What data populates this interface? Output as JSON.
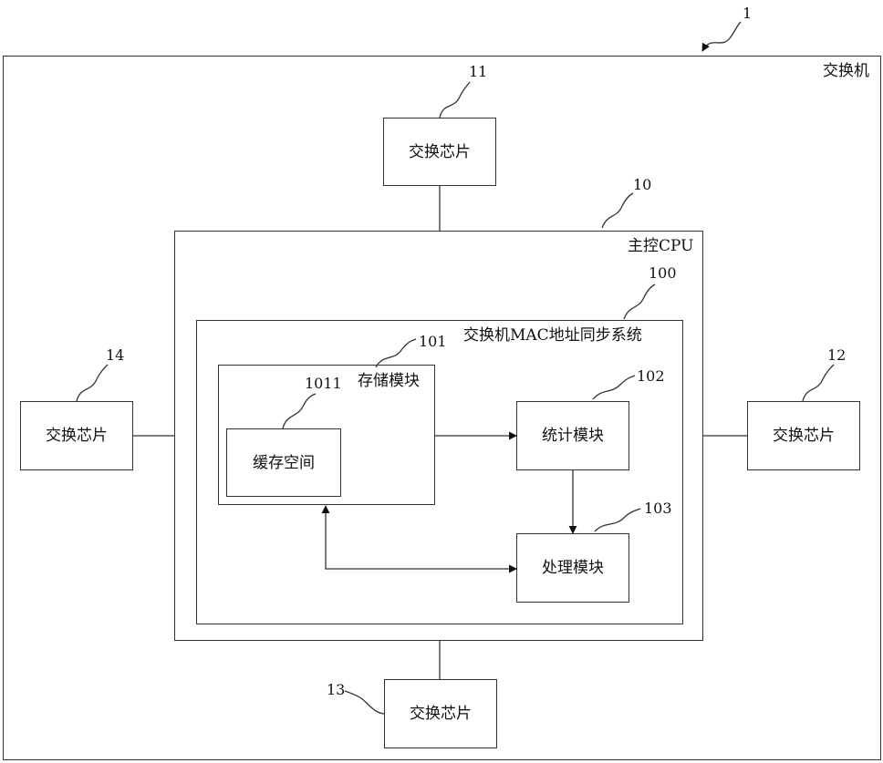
{
  "switch": {
    "label": "交换机",
    "ref": "1"
  },
  "chips": [
    {
      "label": "交换芯片",
      "ref": "11"
    },
    {
      "label": "交换芯片",
      "ref": "12"
    },
    {
      "label": "交换芯片",
      "ref": "13"
    },
    {
      "label": "交换芯片",
      "ref": "14"
    }
  ],
  "cpu": {
    "label": "主控CPU",
    "ref": "10"
  },
  "system": {
    "label": "交换机MAC地址同步系统",
    "ref": "100"
  },
  "storage": {
    "label": "存储模块",
    "ref": "101"
  },
  "cache": {
    "label": "缓存空间",
    "ref": "1011"
  },
  "stats": {
    "label": "统计模块",
    "ref": "102"
  },
  "processing": {
    "label": "处理模块",
    "ref": "103"
  }
}
